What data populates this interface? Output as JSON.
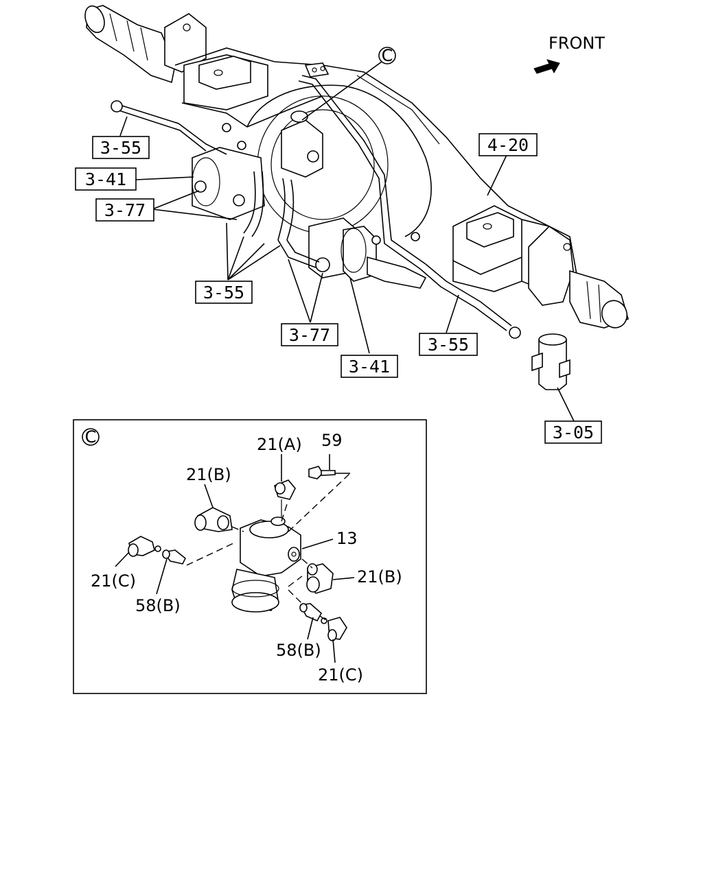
{
  "front_label": "FRONT",
  "callout_letter": "C",
  "callouts": {
    "c355_a": "3-55",
    "c341_a": "3-41",
    "c377_a": "3-77",
    "c355_b": "3-55",
    "c377_b": "3-77",
    "c341_b": "3-41",
    "c355_c": "3-55",
    "c420": "4-20",
    "c305": "3-05"
  },
  "detail": {
    "letter": "C",
    "labels": {
      "p21a": "21(A)",
      "p59": "59",
      "p21b_top": "21(B)",
      "p13": "13",
      "p21b_right": "21(B)",
      "p21c_left": "21(C)",
      "p58b_left": "58(B)",
      "p58b_bottom": "58(B)",
      "p21c_bottom": "21(C)"
    }
  }
}
